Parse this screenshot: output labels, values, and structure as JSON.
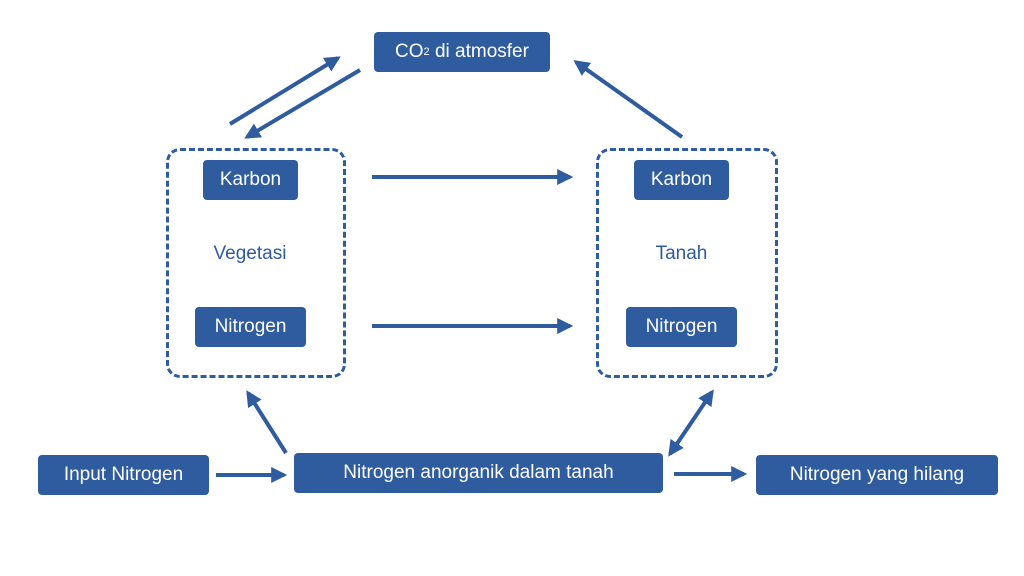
{
  "diagram": {
    "co2": {
      "main": "CO",
      "sub": "2",
      "rest": " di atmosfer"
    },
    "vegetation": {
      "label": "Vegetasi",
      "carbon": "Karbon",
      "nitrogen": "Nitrogen"
    },
    "soil": {
      "label": "Tanah",
      "carbon": "Karbon",
      "nitrogen": "Nitrogen"
    },
    "input_nitrogen": "Input Nitrogen",
    "inorganic_nitrogen": "Nitrogen anorganik dalam tanah",
    "lost_nitrogen": "Nitrogen yang hilang",
    "colors": {
      "primary": "#2f5b9f",
      "text_on_primary": "#ffffff",
      "background": "#ffffff"
    }
  }
}
